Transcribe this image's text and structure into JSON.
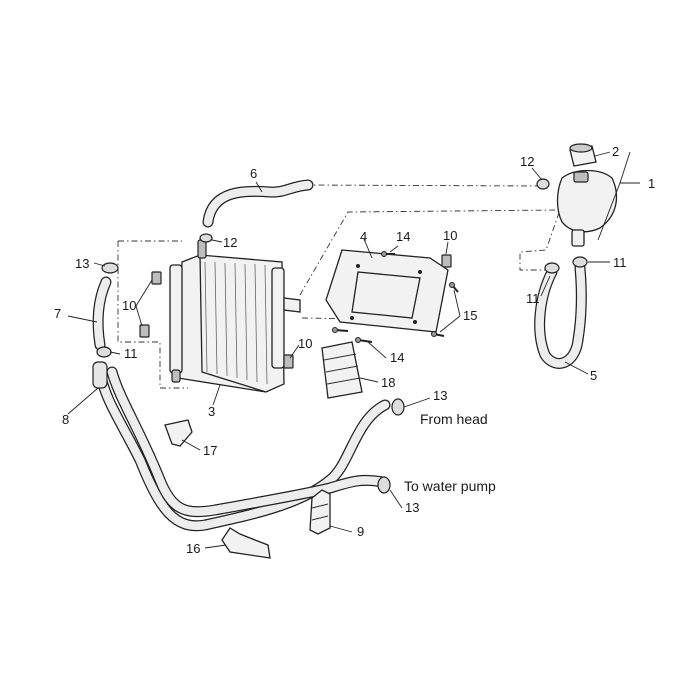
{
  "diagram": {
    "callouts": {
      "n1": "1",
      "n2": "2",
      "n3": "3",
      "n4": "4",
      "n5": "5",
      "n6": "6",
      "n7": "7",
      "n8": "8",
      "n9": "9",
      "n10a": "10",
      "n10b": "10",
      "n10c": "10",
      "n11a": "11",
      "n11b": "11",
      "n11c": "11",
      "n12a": "12",
      "n12b": "12",
      "n13a": "13",
      "n13b": "13",
      "n13c": "13",
      "n14a": "14",
      "n14b": "14",
      "n15": "15",
      "n16": "16",
      "n17": "17",
      "n18": "18"
    },
    "notes": {
      "from_head": "From head",
      "to_water_pump": "To water pump"
    }
  }
}
